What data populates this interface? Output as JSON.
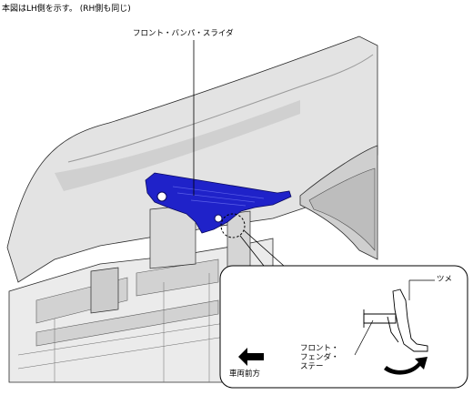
{
  "note": "本図はLH側を示す。 (RH側も同じ)",
  "labels": {
    "slider": "フロント・バンパ・スライダ",
    "claw": "ツメ",
    "stay": "フロント・\nフェンダ・\nステー",
    "direction": "車両前方"
  },
  "colors": {
    "part_highlight": "#1f22c9",
    "body_fill": "#e6e6e6",
    "body_shade": "#bdbdbd",
    "line": "#2a2a2a",
    "arrow": "#000000"
  },
  "icons": {
    "direction_arrow": "left-arrow-icon",
    "rotation_arrow": "curved-arrow-icon",
    "detail_marker": "dashed-circle-icon"
  }
}
